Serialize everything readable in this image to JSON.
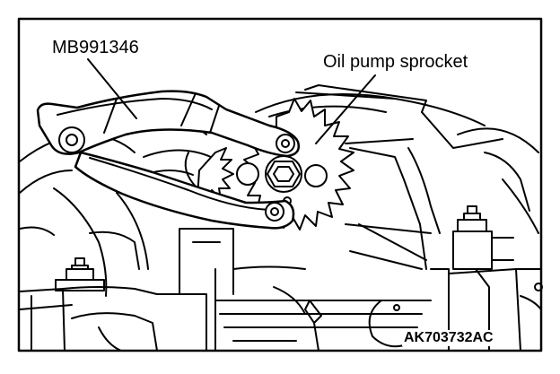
{
  "labels": {
    "tool": "MB991346",
    "sprocket": "Oil pump sprocket",
    "code": "AK703732AC"
  },
  "colors": {
    "line": "#000000",
    "background": "#ffffff"
  }
}
